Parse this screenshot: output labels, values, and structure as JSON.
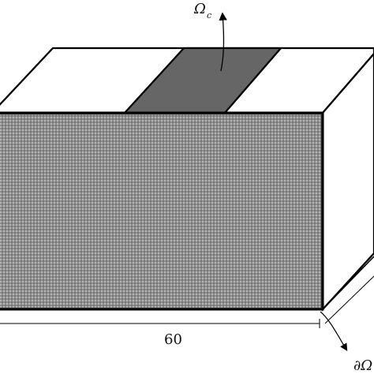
{
  "diagram": {
    "top_subdomain_label": {
      "symbol": "Ω",
      "subscript": "c"
    },
    "dimension_label": "60",
    "boundary_label": "∂Ω"
  },
  "colors": {
    "line": "#000000",
    "top_face": "#ffffff",
    "side_face": "#ffffff",
    "front_face_base": "#8d8d8d",
    "front_face_dot": "#e3e3e3",
    "subdomain_fill": "#666666"
  }
}
